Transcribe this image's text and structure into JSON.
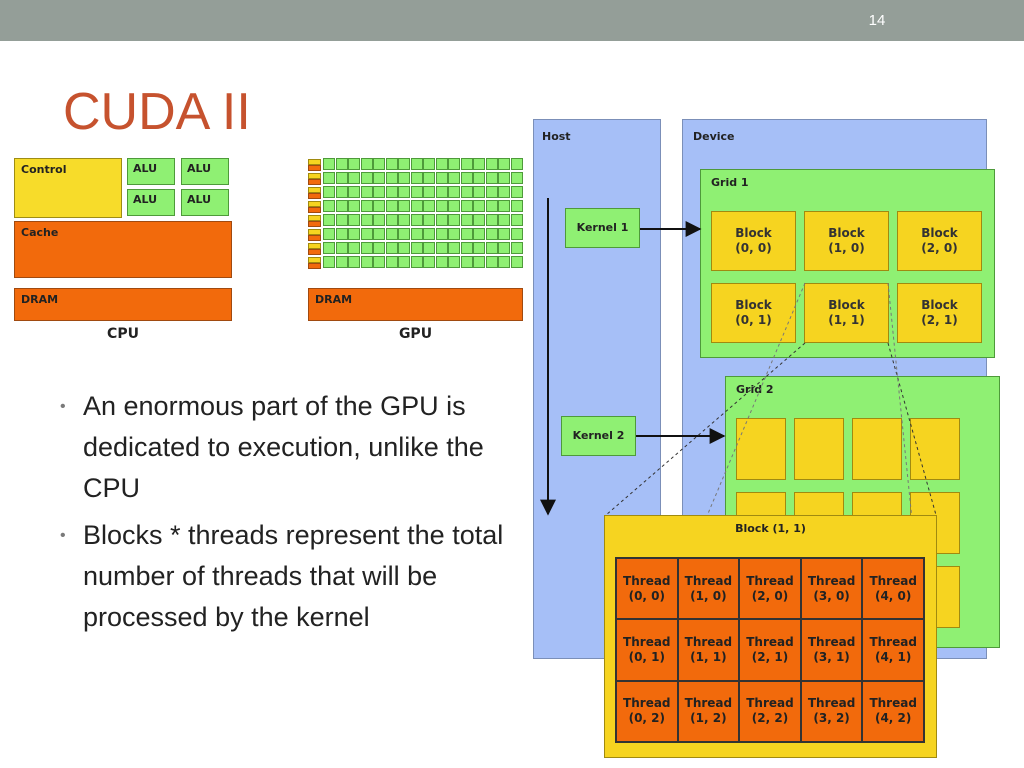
{
  "slide": {
    "page_number": "14",
    "title": "CUDA II"
  },
  "cpu": {
    "control": "Control",
    "alu": [
      "ALU",
      "ALU",
      "ALU",
      "ALU"
    ],
    "cache": "Cache",
    "dram": "DRAM",
    "caption": "CPU"
  },
  "gpu": {
    "dram": "DRAM",
    "caption": "GPU"
  },
  "bullets": [
    "An enormous part of the GPU is dedicated to execution, unlike the CPU",
    "Blocks * threads represent the total number of threads that will be processed by the kernel"
  ],
  "arch": {
    "host": "Host",
    "device": "Device",
    "kernel1": "Kernel 1",
    "kernel2": "Kernel 2",
    "grid1": "Grid 1",
    "grid2": "Grid 2",
    "grid1_blocks": [
      [
        "Block",
        "(0, 0)"
      ],
      [
        "Block",
        "(1, 0)"
      ],
      [
        "Block",
        "(2, 0)"
      ],
      [
        "Block",
        "(0, 1)"
      ],
      [
        "Block",
        "(1, 1)"
      ],
      [
        "Block",
        "(2, 1)"
      ]
    ],
    "block_zoom_title": "Block (1, 1)",
    "threads": [
      [
        "Thread",
        "(0, 0)"
      ],
      [
        "Thread",
        "(1, 0)"
      ],
      [
        "Thread",
        "(2, 0)"
      ],
      [
        "Thread",
        "(3, 0)"
      ],
      [
        "Thread",
        "(4, 0)"
      ],
      [
        "Thread",
        "(0, 1)"
      ],
      [
        "Thread",
        "(1, 1)"
      ],
      [
        "Thread",
        "(2, 1)"
      ],
      [
        "Thread",
        "(3, 1)"
      ],
      [
        "Thread",
        "(4, 1)"
      ],
      [
        "Thread",
        "(0, 2)"
      ],
      [
        "Thread",
        "(1, 2)"
      ],
      [
        "Thread",
        "(2, 2)"
      ],
      [
        "Thread",
        "(3, 2)"
      ],
      [
        "Thread",
        "(4, 2)"
      ]
    ]
  },
  "colors": {
    "title": "#c6522e",
    "topbar": "#949e98",
    "host_device_bg": "#a6bff7",
    "grid_green": "#8ff073",
    "block_yellow": "#f6d420",
    "thread_orange": "#f26a0c"
  }
}
